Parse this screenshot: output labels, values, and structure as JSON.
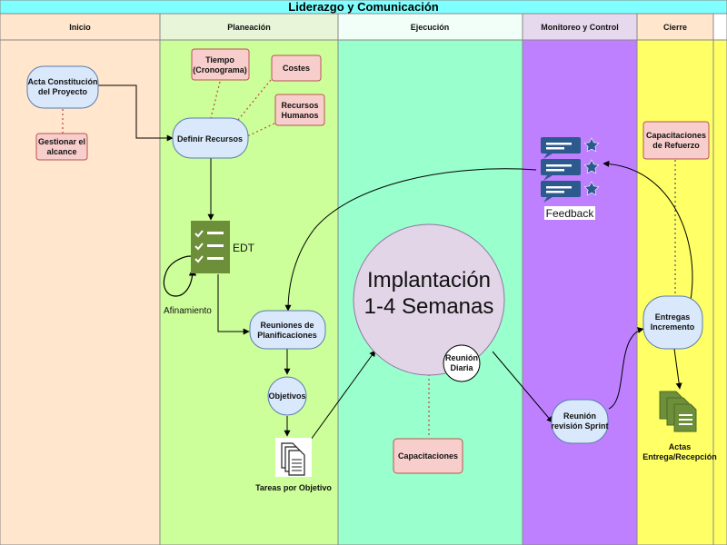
{
  "title": "Liderazgo y Comunicación",
  "colors": {
    "inicio": "#FFE6CC",
    "planeacion": "#CCFF99",
    "ejecucion": "#99FFCC",
    "monitoreo": "#BF80FF",
    "cierre": "#FFFF66",
    "node_blue": "#DAE8FC",
    "node_pink": "#F8CECC",
    "node_purple": "#E1D5E7",
    "icon_green": "#6D8F3A",
    "icon_blue": "#2C5A8E"
  },
  "lanes": [
    {
      "name": "Inicio"
    },
    {
      "name": "Planeación"
    },
    {
      "name": "Ejecución"
    },
    {
      "name": "Monitoreo y Control"
    },
    {
      "name": "Cierre"
    }
  ],
  "nodes": {
    "acta": [
      "Acta Constitución",
      "del Proyecto"
    ],
    "gestionar": [
      "Gestionar el",
      "alcance"
    ],
    "tiempo": [
      "Tiempo",
      "(Cronograma)"
    ],
    "costes": [
      "Costes"
    ],
    "recursos_humanos": [
      "Recursos",
      "Humanos"
    ],
    "definir": [
      "Definir Recursos"
    ],
    "edt": "EDT",
    "afinamiento": "Afinamiento",
    "reuniones": [
      "Reuniones de",
      "Planificaciones"
    ],
    "objetivos": [
      "Objetivos"
    ],
    "tareas": "Tareas por Objetivo",
    "implantacion": [
      "Implantación",
      "1-4 Semanas"
    ],
    "reunion_diaria": [
      "Reunión",
      "Diaria"
    ],
    "capacitaciones": [
      "Capacitaciones"
    ],
    "feedback": "Feedback",
    "reunion_sprint": [
      "Reunión",
      "revisión Sprint"
    ],
    "cap_refuerzo": [
      "Capacitaciones",
      "de Refuerzo"
    ],
    "entregas": [
      "Entregas",
      "Incremento"
    ],
    "actas": [
      "Actas",
      "Entrega/Recepción"
    ]
  }
}
